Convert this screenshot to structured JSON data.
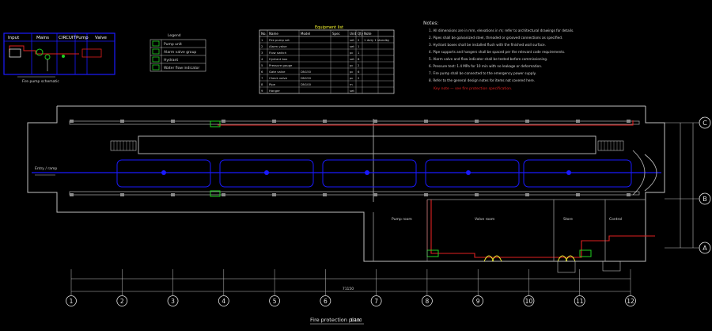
{
  "schematic": {
    "headers": [
      "Input",
      "Mains",
      "CIRCUIT",
      "Pump",
      "Valve"
    ],
    "note": "Fire pump schematic"
  },
  "legend": {
    "title": "Legend",
    "rows": [
      "Pump unit",
      "Alarm valve group",
      "Hydrant",
      "Water flow indicator"
    ]
  },
  "equipment_table": {
    "title": "Equipment list",
    "headers": [
      "No.",
      "Name",
      "Model",
      "Spec",
      "Unit",
      "Qty",
      "Note"
    ],
    "rows": [
      [
        "1",
        "Fire pump set",
        "",
        "",
        "set",
        "2",
        "1 duty 1 standby"
      ],
      [
        "2",
        "Alarm valve",
        "",
        "",
        "set",
        "1",
        ""
      ],
      [
        "3",
        "Flow switch",
        "",
        "",
        "pc",
        "1",
        ""
      ],
      [
        "4",
        "Hydrant box",
        "",
        "",
        "set",
        "8",
        ""
      ],
      [
        "5",
        "Pressure gauge",
        "",
        "",
        "pc",
        "2",
        ""
      ],
      [
        "6",
        "Gate valve",
        "DN150",
        "",
        "pc",
        "6",
        ""
      ],
      [
        "7",
        "Check valve",
        "DN150",
        "",
        "pc",
        "2",
        ""
      ],
      [
        "8",
        "Pipe",
        "DN100",
        "",
        "m",
        "",
        ""
      ],
      [
        "9",
        "Hanger",
        "",
        "",
        "set",
        "",
        ""
      ]
    ]
  },
  "notes": {
    "title": "Notes:",
    "lines": [
      "1. All dimensions are in mm, elevations in m; refer to architectural drawings for details.",
      "2. Pipes shall be galvanized steel, threaded or grooved connections as specified.",
      "3. Hydrant boxes shall be installed flush with the finished wall surface.",
      "4. Pipe supports and hangers shall be spaced per the relevant code requirements.",
      "5. Alarm valve and flow indicator shall be tested before commissioning.",
      "6. Pressure test: 1.4 MPa for 10 min with no leakage or deformation.",
      "7. Fire pump shall be connected to the emergency power supply.",
      "8. Refer to the general design notes for items not covered here."
    ],
    "highlight": "Key note — see fire protection specification."
  },
  "plan": {
    "title": "Fire protection plan",
    "scale": "1:100",
    "dimension_total": "71150",
    "entry_label": "Entry / ramp",
    "row_labels": [
      "C",
      "B",
      "A"
    ],
    "column_labels": [
      "1",
      "2",
      "3",
      "4",
      "5",
      "6",
      "7",
      "8",
      "9",
      "10",
      "11",
      "12"
    ],
    "room_labels": [
      "Pump room",
      "Valve room",
      "Store",
      "Control"
    ]
  },
  "colors": {
    "background": "#000000",
    "wall": "#bfbfbf",
    "water_pipe": "#1a1aff",
    "fire_pipe": "#e02020",
    "equipment": "#20d020",
    "annotation": "#ffff33"
  }
}
